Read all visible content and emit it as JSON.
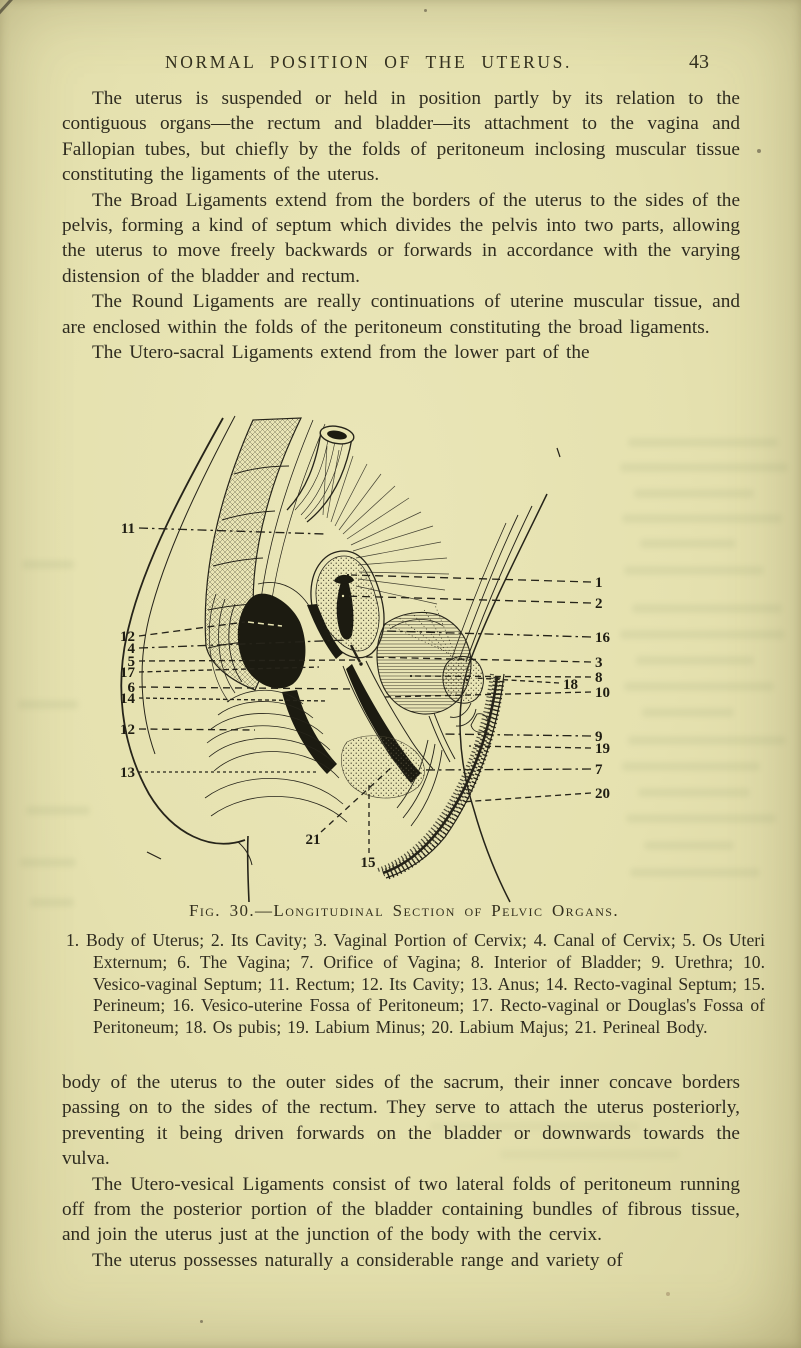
{
  "header": {
    "title": "NORMAL POSITION OF THE UTERUS.",
    "page_number": "43"
  },
  "body": {
    "p1": "The uterus is suspended or held in position partly by its relation to the contiguous organs—the rectum and bladder—its attachment to the vagina and Fallopian tubes, but chiefly by the folds of peritoneum inclosing muscular tissue constituting the ligaments of the uterus.",
    "p2": "The Broad Ligaments extend from the borders of the uterus to the sides of the pelvis, forming a kind of septum which divides the pelvis into two parts, allowing the uterus to move freely backwards or forwards in accordance with the varying distension of the bladder and rectum.",
    "p3": "The Round Ligaments are really continuations of uterine muscular tissue, and are enclosed within the folds of the peritoneum constituting the broad ligaments.",
    "p4a": "The Utero-sacral Ligaments extend from the lower part of the",
    "p4b": "body of the uterus to the outer sides of the sacrum, their inner concave borders passing on to the sides of the rectum.  They serve to attach the uterus posteriorly, preventing it being driven forwards on the bladder or downwards towards the vulva.",
    "p5": "The Utero-vesical Ligaments consist of two lateral folds of peritoneum running off from the posterior portion of the bladder containing bundles of fibrous tissue, and join the uterus just at the junction of the body with the cervix.",
    "p6": "The uterus possesses naturally a considerable range and variety of"
  },
  "figure": {
    "caption": "Fig. 30.—Longitudinal Section of Pelvic Organs.",
    "legend": "1. Body of Uterus; 2. Its Cavity; 3. Vaginal Portion of Cervix; 4. Canal of Cervix; 5. Os Uteri Externum; 6. The Vagina; 7. Orifice of Vagina; 8. Interior of Bladder; 9. Urethra; 10. Vesico-vaginal Septum; 11. Rectum; 12. Its Cavity; 13. Anus; 14. Recto-vaginal Septum; 15. Perineum; 16. Vesico-uterine Fossa of Peritoneum; 17. Recto-vaginal or Douglas's Fossa of Peritoneum; 18. Os pubis; 19. Labium Minus; 20. Labium Majus; 21. Perineal Body.",
    "labels": {
      "n11": "11",
      "n12a": "12",
      "n4": "4",
      "n5": "5",
      "n17": "17",
      "n6": "6",
      "n14": "14",
      "n12b": "12",
      "n13": "13",
      "n1": "1",
      "n2": "2",
      "n16": "16",
      "n3": "3",
      "n8": "8",
      "n18": "18",
      "n10": "10",
      "n9": "9",
      "n19": "19",
      "n7": "7",
      "n20": "20",
      "n21": "21",
      "n15": "15"
    }
  },
  "colors": {
    "paper": "#e6e2b0",
    "ink": "#26241a"
  }
}
